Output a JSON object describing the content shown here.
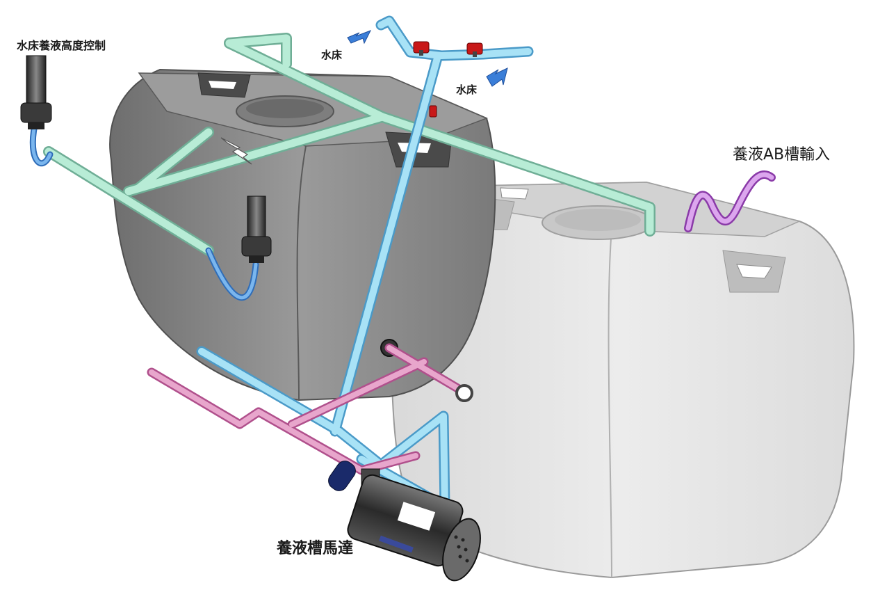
{
  "labels": {
    "level_control": "水床養液高度控制",
    "water_bed_left": "水床",
    "water_bed_right": "水床",
    "ab_input": "養液AB槽輸入",
    "pump_motor": "養液槽馬達"
  },
  "colors": {
    "tank_dark": "#8e8e8e",
    "tank_light": "#e4e4e4",
    "pipe_green": "#a8e0c8",
    "pipe_blue": "#8fd0ee",
    "pipe_pink": "#d884b4",
    "pipe_purple": "#c8a0d8",
    "hose_blue": "#5a9ad8",
    "valve_red": "#d02020",
    "arrow_blue": "#3a7ed8",
    "sensor_dark": "#3a3a3a"
  },
  "icons": [
    "level-sensor-icon",
    "ball-valve-icon",
    "flow-arrow-icon",
    "pump-motor-icon",
    "signal-bolt-icon"
  ]
}
